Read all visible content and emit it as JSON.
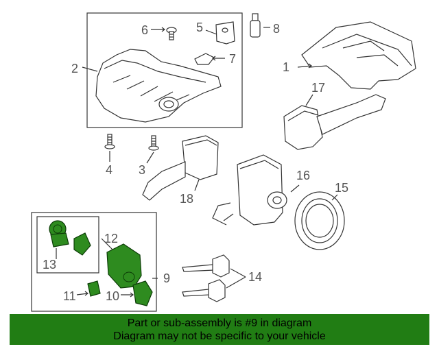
{
  "callouts": {
    "n1": "1",
    "n2": "2",
    "n3": "3",
    "n4": "4",
    "n5": "5",
    "n6": "6",
    "n7": "7",
    "n8": "8",
    "n9": "9",
    "n10": "10",
    "n11": "11",
    "n12": "12",
    "n13": "13",
    "n14": "14",
    "n15": "15",
    "n16": "16",
    "n17": "17",
    "n18": "18"
  },
  "footer": {
    "line1": "Part or sub-assembly is #9 in diagram",
    "line2": "Diagram may not be specific to your vehicle"
  },
  "colors": {
    "highlight": "#2e8b1f",
    "banner": "#217d14",
    "line": "#333333",
    "label": "#555555"
  }
}
